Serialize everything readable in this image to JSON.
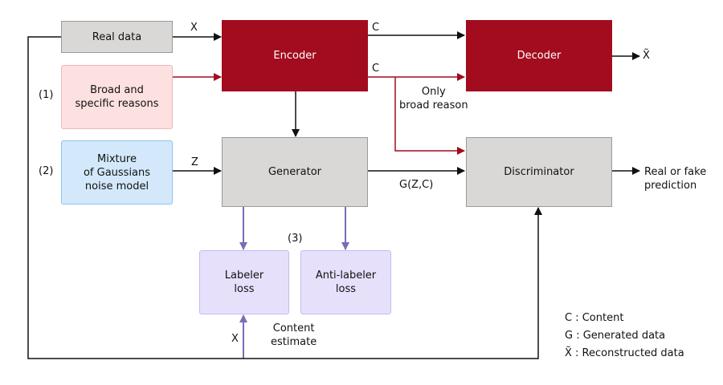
{
  "nodes": {
    "real_data": "Real data",
    "encoder": "Encoder",
    "decoder": "Decoder",
    "reasons": "Broad and\nspecific reasons",
    "mixture": "Mixture\nof Gaussians\nnoise model",
    "generator": "Generator",
    "discriminator": "Discriminator",
    "labeler_loss": "Labeler\nloss",
    "anti_labeler_loss": "Anti-labeler\nloss"
  },
  "edge_labels": {
    "x_real": "X",
    "c_top": "C",
    "c_mid": "C",
    "only_broad": "Only\nbroad reason",
    "z": "Z",
    "gzc": "G(Z,C)",
    "x_hat": "X̃",
    "real_or_fake": "Real or fake\nprediction",
    "content_estimate": "Content\nestimate",
    "x_bottom": "X"
  },
  "markers": {
    "m1": "(1)",
    "m2": "(2)",
    "m3": "(3)"
  },
  "legend": {
    "c": "C : Content",
    "g": "G : Generated data",
    "x": "X̃ : Reconstructed data"
  },
  "colors": {
    "black_arrow": "#111111",
    "red_arrow": "#a20c1e",
    "purple_arrow": "#7a6db4"
  }
}
